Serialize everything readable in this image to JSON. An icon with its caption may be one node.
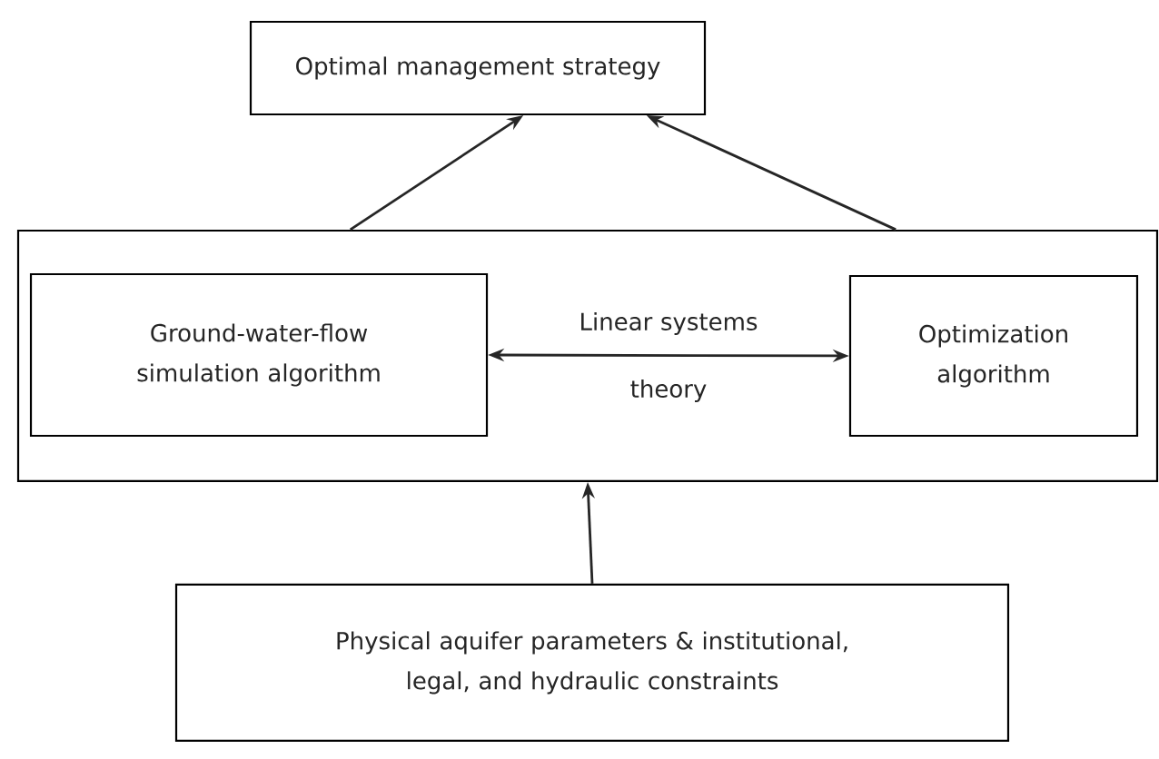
{
  "diagram": {
    "nodes": [
      {
        "text": [
          "Optimal management strategy"
        ]
      },
      {
        "text": [],
        "shape": "box"
      },
      {
        "text": [
          "Ground-water-flow simulation algorithm"
        ],
        "in": 1
      },
      {
        "text": [
          "Optimization algorithm"
        ],
        "in": 1
      },
      {
        "text": [
          "Physical aquifer parameters & institutional, legal, and hydraulic constraints"
        ]
      }
    ],
    "edges": [
      {
        "from": 1,
        "to": 0,
        "arrow": "to"
      },
      {
        "from": 1,
        "to": 0,
        "arrow": "to"
      },
      {
        "from": 2,
        "to": 3,
        "arrow": "both",
        "label": "Linear systems theory"
      },
      {
        "from": 4,
        "to": 1,
        "arrow": "to"
      }
    ]
  }
}
